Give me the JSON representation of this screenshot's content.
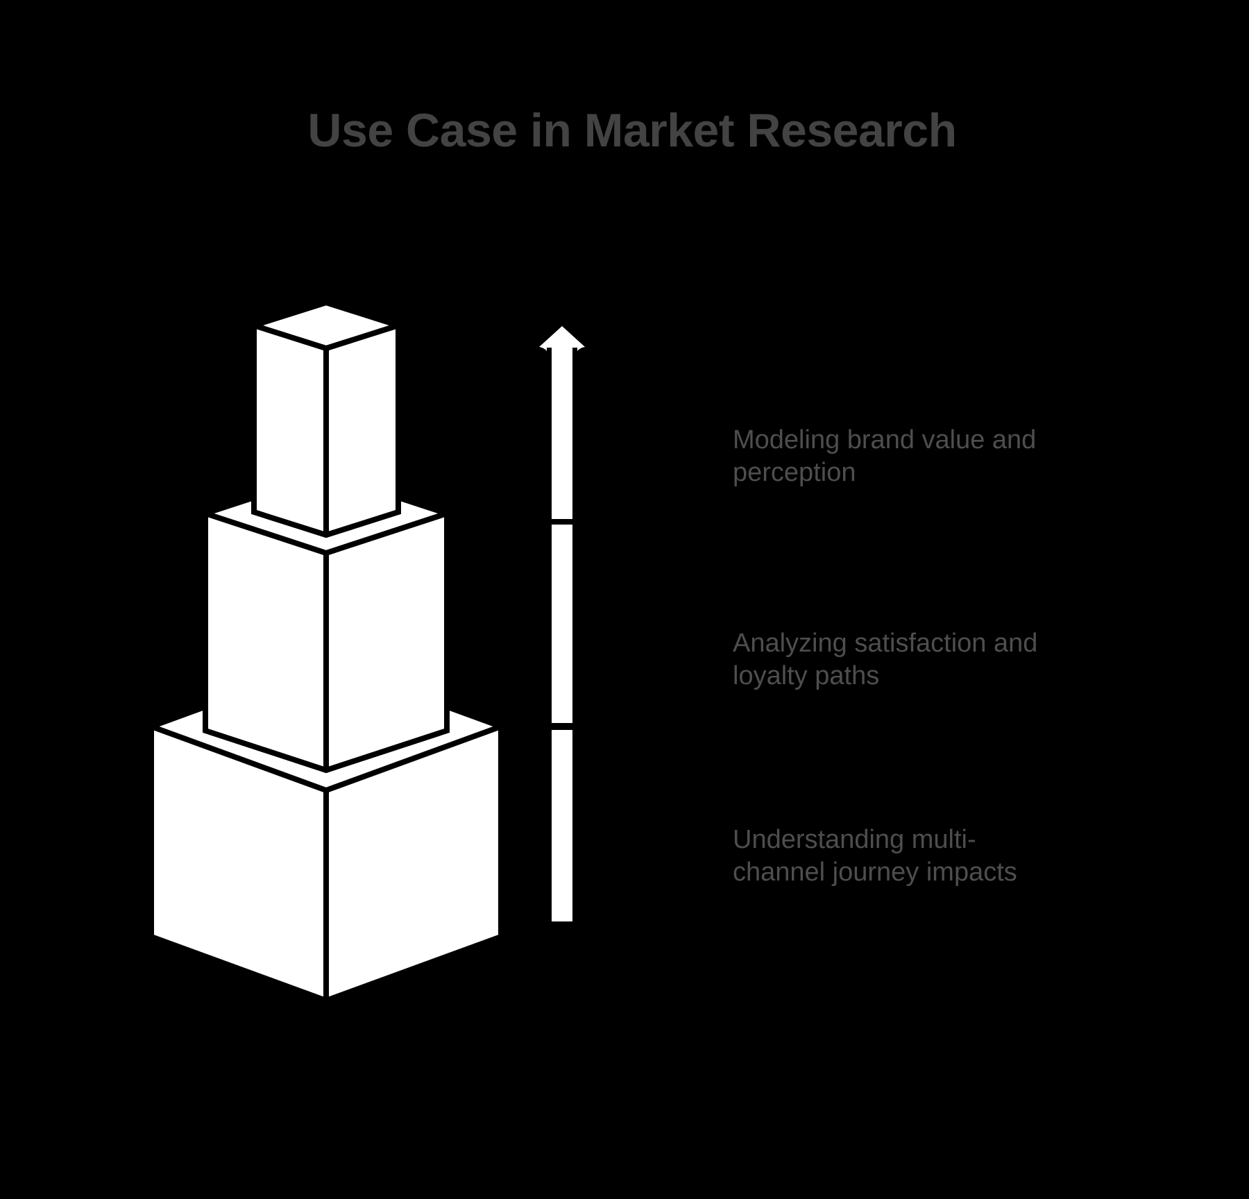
{
  "title": "Use Case in Market Research",
  "colors": {
    "background": "#000000",
    "title_text": "#434343",
    "label_text": "#4e4e4e",
    "shape_fill": "#ffffff",
    "shape_outline": "#000000"
  },
  "diagram": {
    "type": "stacked-cube-pyramid",
    "arrow": {
      "direction": "up",
      "segments": 3
    },
    "levels": [
      {
        "rank": 1,
        "label": "Modeling brand value and perception",
        "lines": [
          "Modeling brand value and",
          "perception"
        ]
      },
      {
        "rank": 2,
        "label": "Analyzing satisfaction and loyalty paths",
        "lines": [
          "Analyzing satisfaction and",
          "loyalty paths"
        ]
      },
      {
        "rank": 3,
        "label": "Understanding multi-channel journey impacts",
        "lines": [
          "Understanding multi-",
          "channel journey impacts"
        ]
      }
    ]
  }
}
